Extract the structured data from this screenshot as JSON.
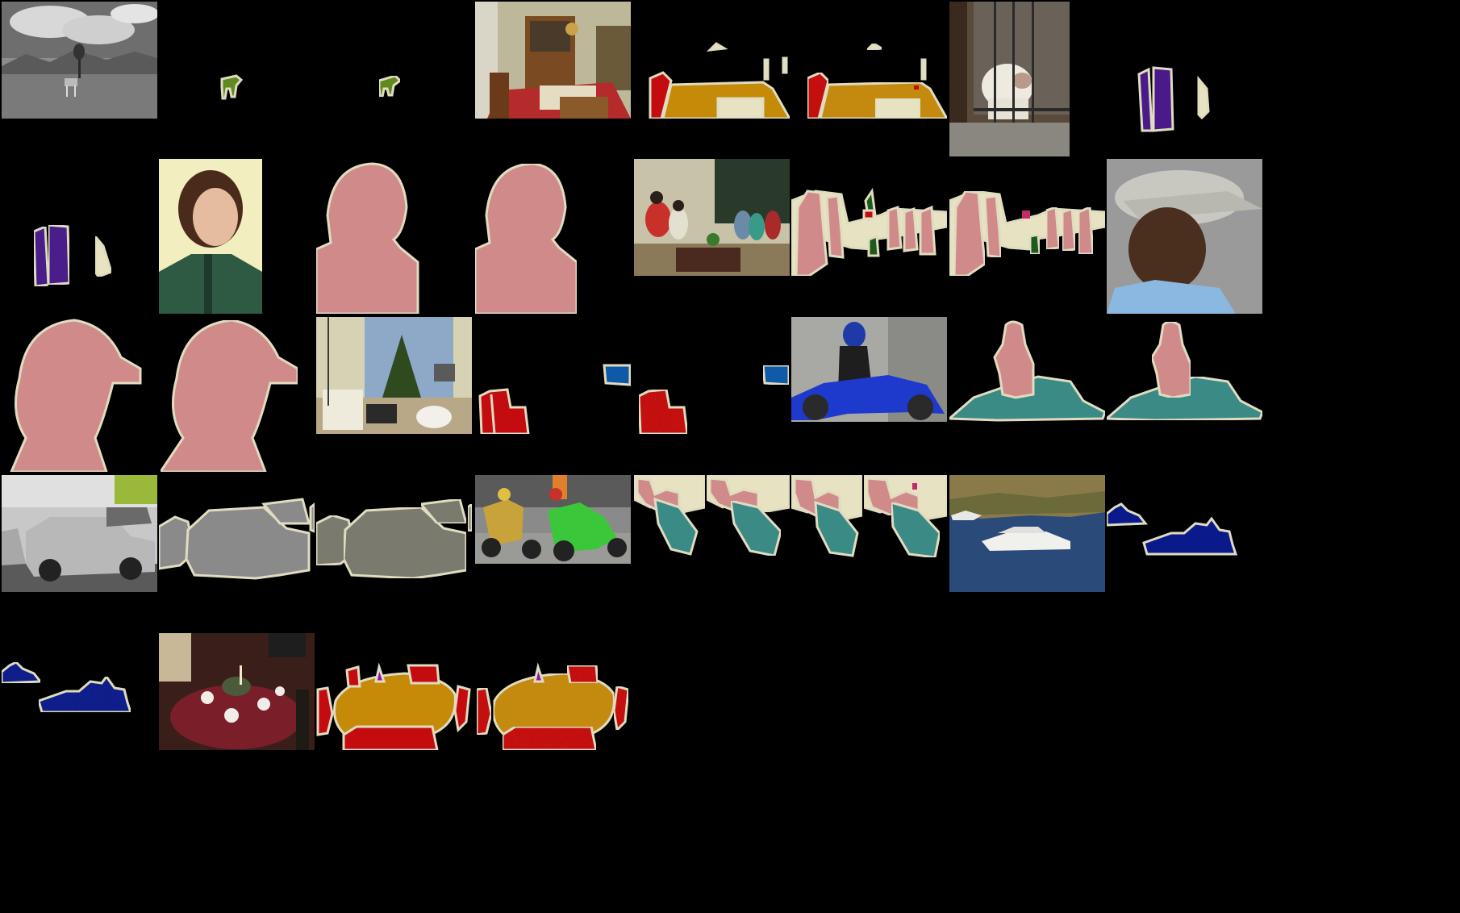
{
  "figure": {
    "description_free": true,
    "rows": [
      {
        "cells": [
          {
            "kind": "image",
            "scene": "cow-field-grayscale"
          },
          {
            "kind": "gt",
            "scene": "cow-field-grayscale"
          },
          {
            "kind": "pred",
            "scene": "cow-field-grayscale"
          },
          {
            "kind": "image",
            "scene": "dining-room"
          },
          {
            "kind": "gt",
            "scene": "dining-room"
          },
          {
            "kind": "pred",
            "scene": "dining-room"
          },
          {
            "kind": "image",
            "scene": "dog-window"
          },
          {
            "kind": "gt",
            "scene": "dog-window"
          }
        ]
      },
      {
        "cells": [
          {
            "kind": "pred",
            "scene": "dog-window"
          },
          {
            "kind": "image",
            "scene": "woman-portrait"
          },
          {
            "kind": "gt",
            "scene": "woman-portrait"
          },
          {
            "kind": "pred",
            "scene": "woman-portrait"
          },
          {
            "kind": "image",
            "scene": "living-room-people"
          },
          {
            "kind": "gt",
            "scene": "living-room-people"
          },
          {
            "kind": "pred",
            "scene": "living-room-people"
          },
          {
            "kind": "image",
            "scene": "boy-cap"
          }
        ]
      },
      {
        "cells": [
          {
            "kind": "gt",
            "scene": "boy-cap"
          },
          {
            "kind": "pred",
            "scene": "boy-cap"
          },
          {
            "kind": "image",
            "scene": "christmas-room"
          },
          {
            "kind": "gt",
            "scene": "christmas-room"
          },
          {
            "kind": "pred",
            "scene": "christmas-room"
          },
          {
            "kind": "image",
            "scene": "motorcyclist"
          },
          {
            "kind": "gt",
            "scene": "motorcyclist"
          },
          {
            "kind": "pred",
            "scene": "motorcyclist"
          }
        ]
      },
      {
        "cells": [
          {
            "kind": "image",
            "scene": "car-lot"
          },
          {
            "kind": "gt",
            "scene": "car-lot"
          },
          {
            "kind": "pred",
            "scene": "car-lot"
          },
          {
            "kind": "image",
            "scene": "motorbike-race"
          },
          {
            "kind": "gt",
            "scene": "motorbike-race"
          },
          {
            "kind": "pred",
            "scene": "motorbike-race"
          },
          {
            "kind": "gt2",
            "scene": "motorbike-race"
          },
          {
            "kind": "pred2",
            "scene": "motorbike-race"
          },
          {
            "kind": "image",
            "scene": "yacht"
          },
          {
            "kind": "gt",
            "scene": "yacht"
          }
        ]
      },
      {
        "cells": [
          {
            "kind": "pred",
            "scene": "yacht"
          },
          {
            "kind": "image",
            "scene": "dinner-table"
          },
          {
            "kind": "gt",
            "scene": "dinner-table"
          },
          {
            "kind": "pred",
            "scene": "dinner-table"
          }
        ]
      }
    ],
    "class_colors": {
      "background": "#000000",
      "cow": "#5e8a1e",
      "chair": "#c40c10",
      "dining_table": "#c48a08",
      "person_beige": "#e6e2c2",
      "dog_purple": "#4a1a8a",
      "person": "#d18a8a",
      "potted_plant": "#1e5a1e",
      "sofa": "#0f5aa8",
      "motorbike": "#3a8a86",
      "car": "#8a8a8a",
      "boat": "#0a1a8a",
      "bottle": "#8a1aa8",
      "boundary": "#e0dcc0"
    }
  }
}
